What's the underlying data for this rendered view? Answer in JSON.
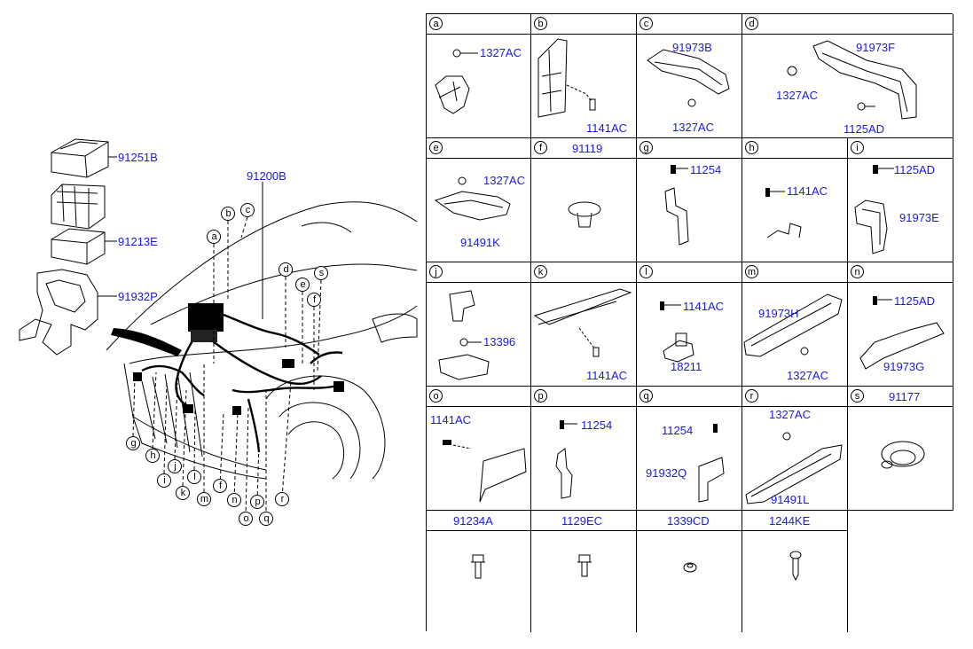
{
  "main_harness": "91200B",
  "left_parts": [
    {
      "code": "91251B"
    },
    {
      "code": "91213E"
    },
    {
      "code": "91932P"
    }
  ],
  "callout_letters": [
    "a",
    "b",
    "c",
    "d",
    "e",
    "f",
    "s",
    "g",
    "h",
    "i",
    "j",
    "k",
    "l",
    "m",
    "f",
    "n",
    "o",
    "p",
    "q",
    "r"
  ],
  "cells": [
    {
      "letter": "a",
      "labels": [
        "1327AC"
      ]
    },
    {
      "letter": "b",
      "labels": [
        "1141AC"
      ]
    },
    {
      "letter": "c",
      "labels": [
        "91973B",
        "1327AC"
      ]
    },
    {
      "letter": "d",
      "labels": [
        "91973F",
        "1327AC",
        "1125AD"
      ]
    },
    {
      "letter": "e",
      "labels": [
        "1327AC",
        "91491K"
      ]
    },
    {
      "letter": "f",
      "header_code": "91119",
      "labels": []
    },
    {
      "letter": "g",
      "labels": [
        "11254"
      ]
    },
    {
      "letter": "h",
      "labels": [
        "1141AC"
      ]
    },
    {
      "letter": "i",
      "labels": [
        "1125AD",
        "91973E"
      ]
    },
    {
      "letter": "j",
      "labels": [
        "13396"
      ]
    },
    {
      "letter": "k",
      "labels": [
        "1141AC"
      ]
    },
    {
      "letter": "l",
      "labels": [
        "1141AC",
        "18211"
      ]
    },
    {
      "letter": "m",
      "labels": [
        "91973H",
        "1327AC"
      ]
    },
    {
      "letter": "n",
      "labels": [
        "1125AD",
        "91973G"
      ]
    },
    {
      "letter": "o",
      "labels": [
        "1141AC"
      ]
    },
    {
      "letter": "p",
      "labels": [
        "11254"
      ]
    },
    {
      "letter": "q",
      "labels": [
        "11254",
        "91932Q"
      ]
    },
    {
      "letter": "r",
      "labels": [
        "1327AC",
        "91491L"
      ]
    },
    {
      "letter": "s",
      "header_code": "91177",
      "labels": []
    }
  ],
  "bottom_row": [
    "91234A",
    "1129EC",
    "1339CD",
    "1244KE"
  ]
}
